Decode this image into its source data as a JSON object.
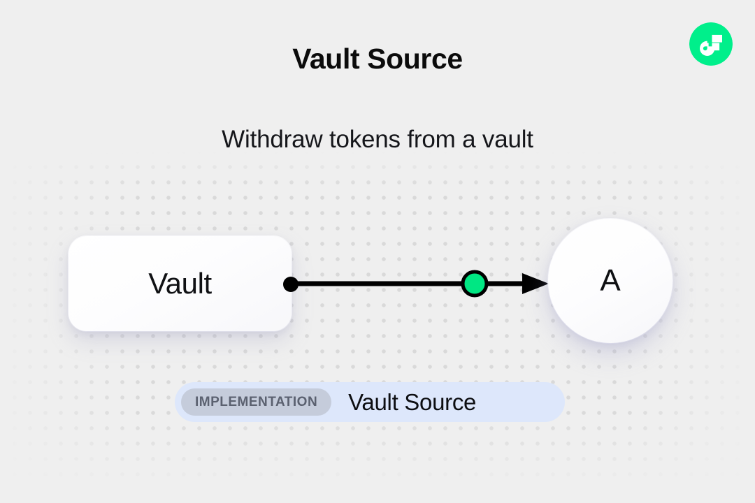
{
  "header": {
    "title": "Vault Source",
    "subtitle": "Withdraw tokens from a vault"
  },
  "brand": {
    "logo_icon": "flow-logo-icon",
    "logo_color": "#00ef8b",
    "logo_mark_color": "#ffffff"
  },
  "diagram": {
    "background_color": "#efefef",
    "dot_color": "#d9d9d9",
    "source_node": {
      "label": "Vault",
      "shape": "rounded-rectangle",
      "fill": "#ffffff"
    },
    "target_node": {
      "label": "A",
      "shape": "circle",
      "fill": "#ffffff"
    },
    "edge": {
      "from_port_color": "#000000",
      "line_color": "#000000",
      "midpoint_color": "#00e783",
      "midpoint_ring_color": "#000000",
      "arrow_color": "#000000"
    }
  },
  "badge": {
    "tag_label": "IMPLEMENTATION",
    "name_label": "Vault Source",
    "container_color": "#dde7fb",
    "tag_color": "#c5ccdb",
    "tag_text_color": "#5b6170"
  }
}
